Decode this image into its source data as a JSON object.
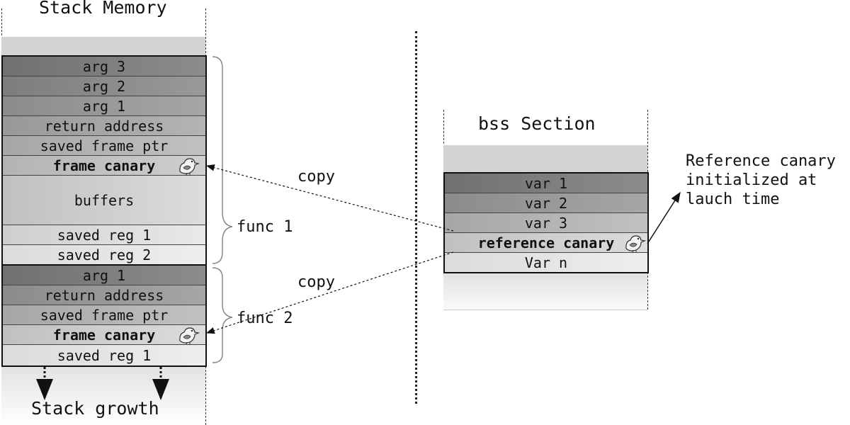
{
  "stack_title": "Stack Memory",
  "bss_title": "bss Section",
  "func1_label": "func 1",
  "func2_label": "func 2",
  "copy_label_1": "copy",
  "copy_label_2": "copy",
  "stack_growth": "Stack growth",
  "note_lines": [
    "Reference canary",
    "initialized at",
    "lauch time"
  ],
  "func1_rows": [
    {
      "label": "arg 3",
      "bold": false,
      "bird": false
    },
    {
      "label": "arg 2",
      "bold": false,
      "bird": false
    },
    {
      "label": "arg 1",
      "bold": false,
      "bird": false
    },
    {
      "label": "return address",
      "bold": false,
      "bird": false
    },
    {
      "label": "saved frame ptr",
      "bold": false,
      "bird": false
    },
    {
      "label": "frame canary",
      "bold": true,
      "bird": true
    },
    {
      "label": "buffers",
      "bold": false,
      "bird": false
    },
    {
      "label": "saved reg 1",
      "bold": false,
      "bird": false
    },
    {
      "label": "saved reg 2",
      "bold": false,
      "bird": false
    }
  ],
  "func2_rows": [
    {
      "label": "arg 1",
      "bold": false,
      "bird": false
    },
    {
      "label": "return address",
      "bold": false,
      "bird": false
    },
    {
      "label": "saved frame ptr",
      "bold": false,
      "bird": false
    },
    {
      "label": "frame canary",
      "bold": true,
      "bird": true
    },
    {
      "label": "saved reg 1",
      "bold": false,
      "bird": false
    }
  ],
  "bss_rows": [
    {
      "label": "var 1",
      "bold": false,
      "bird": false
    },
    {
      "label": "var 2",
      "bold": false,
      "bird": false
    },
    {
      "label": "var 3",
      "bold": false,
      "bird": false
    },
    {
      "label": "reference canary",
      "bold": true,
      "bird": true
    },
    {
      "label": "Var n",
      "bold": false,
      "bird": false
    }
  ]
}
